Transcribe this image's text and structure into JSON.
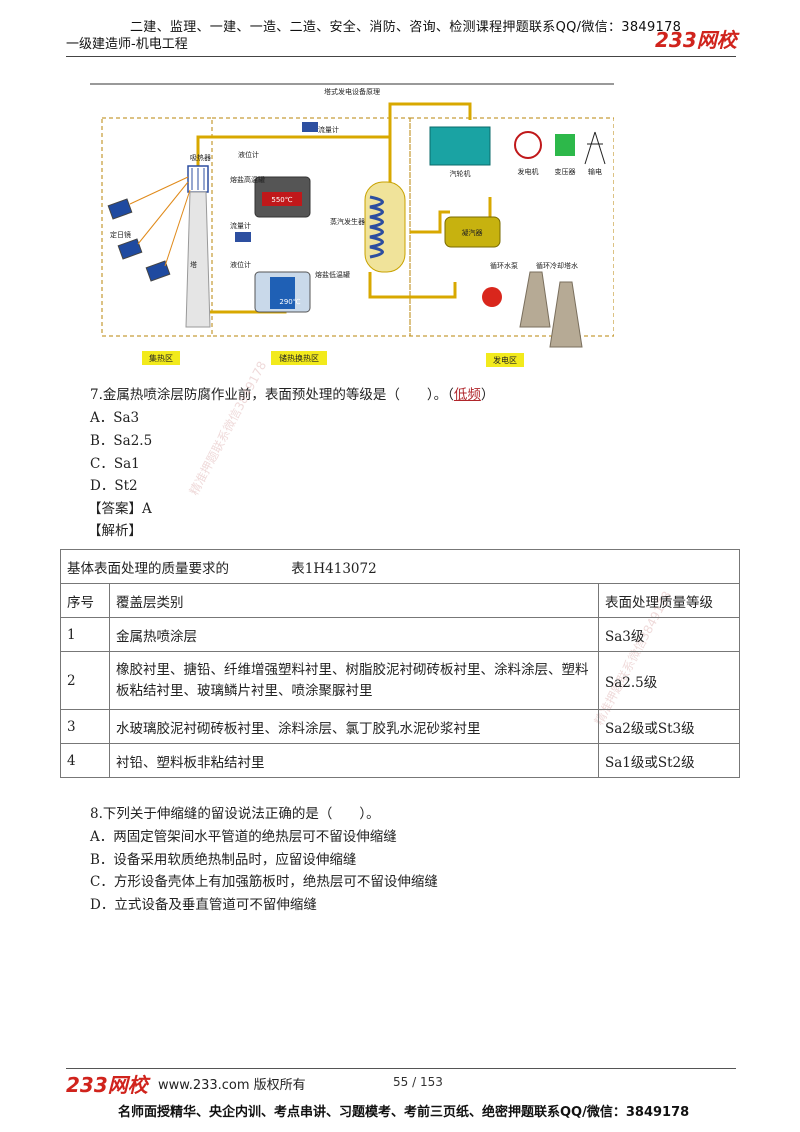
{
  "header": {
    "line1": "二建、监理、一建、一造、二造、安全、消防、咨询、检测课程押题联系QQ/微信：3849178",
    "line2": "一级建造师-机电工程",
    "logo": "233网校"
  },
  "figure": {
    "title": "塔式发电设备原理",
    "labels": {
      "absorber": "吸热器",
      "heliostat": "定日镜",
      "tower": "塔",
      "level_gauge_1": "液位计",
      "flow_meter_1": "流量计",
      "hot_tank": "熔盐高温罐",
      "hot_temp": "550℃",
      "flow_meter_2": "流量计",
      "level_gauge_2": "液位计",
      "cold_tank": "熔盐低温罐",
      "cold_temp": "290℃",
      "steam_gen": "蒸汽发生器",
      "turbine": "汽轮机",
      "generator": "发电机",
      "transformer": "变压器",
      "transmission": "输电",
      "condenser": "凝汽器",
      "pump": "循环水泵",
      "cooling_tower": "循环冷却塔水",
      "zone_collect": "集热区",
      "zone_storage": "储热换热区",
      "zone_power": "发电区"
    }
  },
  "q7": {
    "stem": "7.金属热喷涂层防腐作业前，表面预处理的等级是（　　）。（",
    "tag": "低频",
    "stem_end": "）",
    "options": [
      "A．Sa3",
      "B．Sa2.5",
      "C．Sa1",
      "D．St2"
    ],
    "answer": "【答案】A",
    "analysis": "【解析】"
  },
  "table": {
    "caption_left": "基体表面处理的质量要求的",
    "caption_right": "表1H413072",
    "headers": [
      "序号",
      "覆盖层类别",
      "表面处理质量等级"
    ],
    "rows": [
      [
        "1",
        "金属热喷涂层",
        "Sa3级"
      ],
      [
        "2",
        "橡胶衬里、搪铅、纤维增强塑料衬里、树脂胶泥衬砌砖板衬里、涂料涂层、塑料板粘结衬里、玻璃鳞片衬里、喷涂聚脲衬里",
        "Sa2.5级"
      ],
      [
        "3",
        "水玻璃胶泥衬砌砖板衬里、涂料涂层、氯丁胶乳水泥砂浆衬里",
        "Sa2级或St3级"
      ],
      [
        "4",
        "衬铅、塑料板非粘结衬里",
        "Sa1级或St2级"
      ]
    ]
  },
  "q8": {
    "stem": "8.下列关于伸缩缝的留设说法正确的是（　　）。",
    "options": [
      "A．两固定管架间水平管道的绝热层可不留设伸缩缝",
      "B．设备采用软质绝热制品时，应留设伸缩缝",
      "C．方形设备壳体上有加强筋板时，绝热层可不留设伸缩缝",
      "D．立式设备及垂直管道可不留伸缩缝"
    ]
  },
  "footer": {
    "logo": "233网校",
    "url": "www.233.com 版权所有",
    "page": "55 / 153",
    "bottom": "名师面授精华、央企内训、考点串讲、习题模考、考前三页纸、绝密押题联系QQ/微信：3849178"
  },
  "watermark": "精准押题联系微信3849178"
}
